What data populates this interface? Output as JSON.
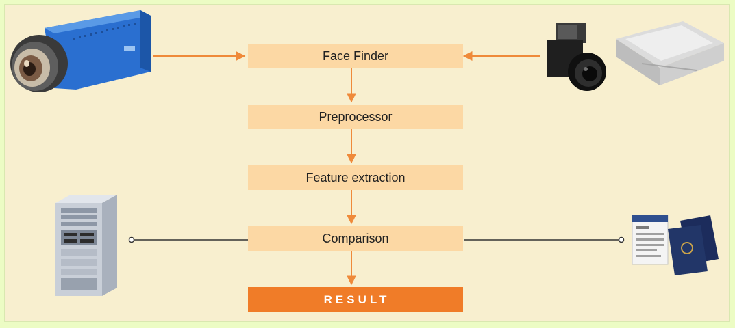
{
  "steps": {
    "face_finder": "Face Finder",
    "preprocessor": "Preprocessor",
    "feature_extraction": "Feature extraction",
    "comparison": "Comparison",
    "result": "RESULT"
  },
  "icons": {
    "input_left": "video-camera-icon",
    "input_right_1": "photo-camera-icon",
    "input_right_2": "flatbed-scanner-icon",
    "database": "server-tower-icon",
    "documents": "passport-documents-icon"
  },
  "colors": {
    "page_background": "#ecfcc4",
    "panel_background": "#f8efcf",
    "step_box": "#fcd8a4",
    "result_box": "#f07c28",
    "arrow": "#ef8a3a",
    "connector": "#333333"
  }
}
